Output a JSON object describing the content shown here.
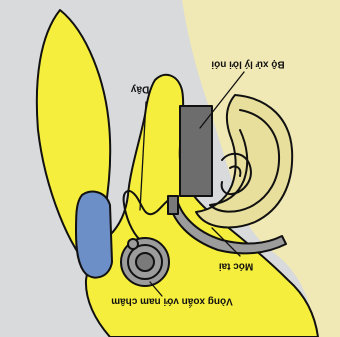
{
  "diagram": {
    "labels": {
      "processor": "Bộ xử lý lời nói",
      "wire": "Dây",
      "ear_hook": "Móc tai",
      "coil": "Vòng xoắn với nam châm"
    },
    "colors": {
      "background_frame": "#d9dadc",
      "skin": "#f1e9b5",
      "hair": "#f6ee3c",
      "ear_shade": "#e9df9c",
      "processor": "#6d6d6d",
      "blue_pad": "#6c8fc7",
      "ear_hook": "#9c9c9c",
      "coil_gray": "#7a7a7a",
      "outline": "#111111"
    }
  }
}
